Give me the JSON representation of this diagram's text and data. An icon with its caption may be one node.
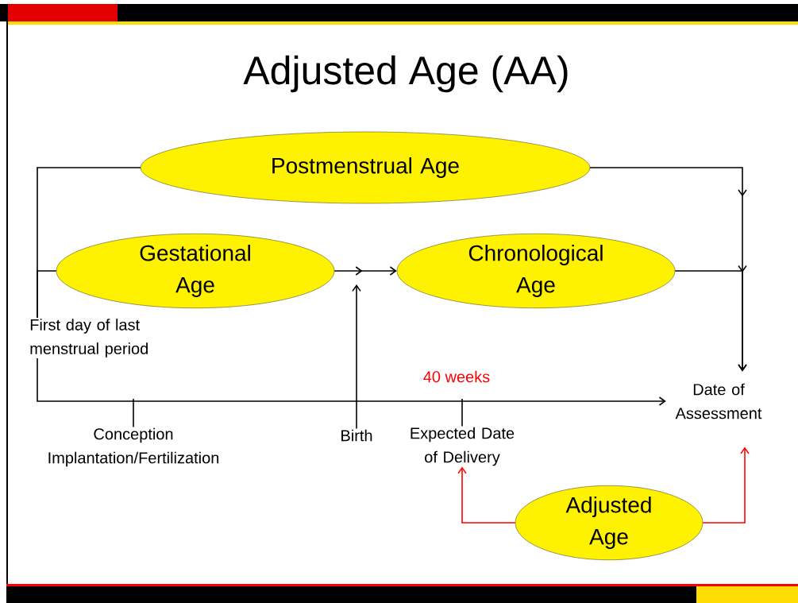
{
  "diagram": {
    "title": "Adjusted Age (AA)",
    "nodes": [
      {
        "text": [
          "Postmenstrual Age"
        ]
      },
      {
        "text": [
          "Gestational Age"
        ]
      },
      {
        "text": [
          "Chronological Age"
        ]
      },
      {
        "text": [
          "First day of last menstrual period"
        ]
      },
      {
        "text": [
          "Conception Implantation/Fertilization"
        ]
      },
      {
        "text": [
          "Birth"
        ]
      },
      {
        "text": [
          "Expected Date of Delivery"
        ]
      },
      {
        "text": [
          "Date of Assessment"
        ]
      },
      {
        "text": [
          "Adjusted Age"
        ]
      }
    ],
    "edges": [
      {
        "from": 3,
        "to": 0,
        "arrow": "none"
      },
      {
        "from": 0,
        "to": 7,
        "arrow": "to"
      },
      {
        "from": 3,
        "to": 1,
        "arrow": "none"
      },
      {
        "from": 1,
        "to": 2,
        "arrow": "to"
      },
      {
        "from": 2,
        "to": 7,
        "arrow": "to"
      },
      {
        "from": 5,
        "to": null,
        "arrow": "to"
      },
      {
        "from": 3,
        "to": 7,
        "arrow": "to"
      },
      {
        "from": 8,
        "to": 6,
        "arrow": "to",
        "color": "#ff0000"
      },
      {
        "from": 8,
        "to": 7,
        "arrow": "to",
        "color": "#ff0000"
      },
      {
        "from": 4,
        "to": null,
        "arrow": "none"
      },
      {
        "from": 6,
        "to": null,
        "arrow": "none"
      }
    ],
    "labels": [
      "40 weeks"
    ]
  }
}
